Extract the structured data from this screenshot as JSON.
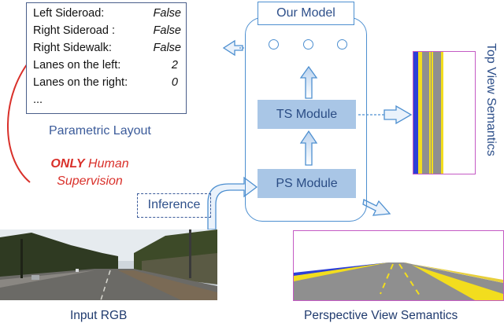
{
  "parametric_layout": {
    "rows": [
      {
        "key": "Left Sideroad:",
        "value": "False"
      },
      {
        "key": "Right Sideroad :",
        "value": "False"
      },
      {
        "key": "Right Sidewalk:",
        "value": "False"
      },
      {
        "key": "Lanes on the left:",
        "value": "2"
      },
      {
        "key": "Lanes on the right:",
        "value": "0"
      },
      {
        "key": "...",
        "value": ""
      }
    ],
    "caption": "Parametric Layout"
  },
  "supervision": {
    "emphasis": "ONLY",
    "rest_line1": " Human",
    "line2": "Supervision"
  },
  "model": {
    "title": "Our Model",
    "ts_module": "TS Module",
    "ps_module": "PS Module"
  },
  "inference_label": "Inference",
  "outputs": {
    "top_view_label": "Top View Semantics",
    "perspective_label": "Perspective View Semantics",
    "input_label": "Input RGB"
  },
  "colors": {
    "model_border": "#4d8fd0",
    "module_fill": "#a9c6e6",
    "supervision_red": "#d9302a",
    "road_gray": "#8f8f8f",
    "lane_yellow": "#f2dd1e",
    "sidewalk_blue": "#2d3fd6",
    "frame_magenta": "#c45ac4"
  }
}
